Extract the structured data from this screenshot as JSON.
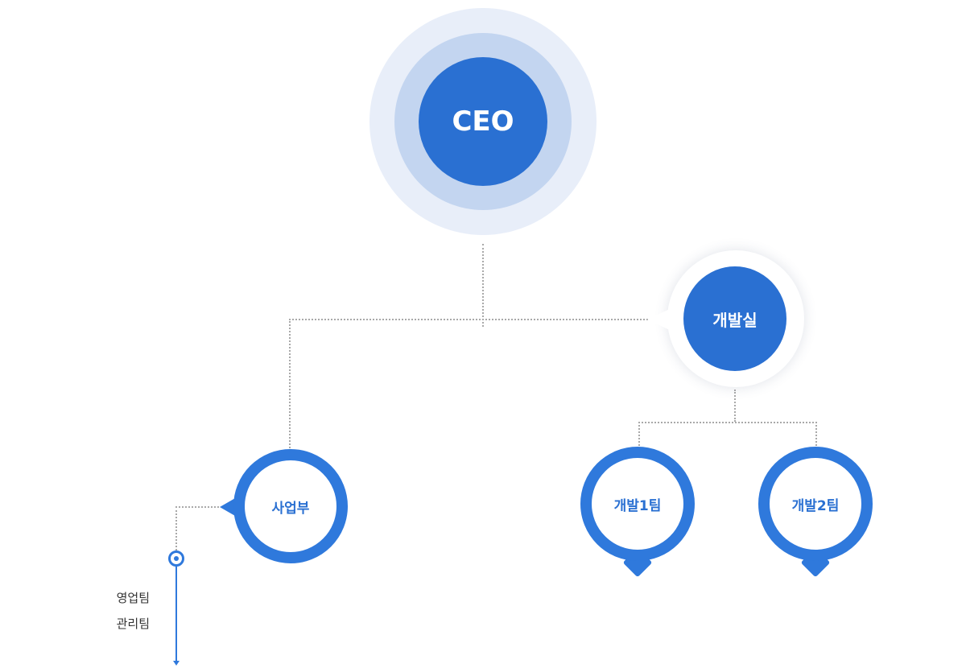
{
  "nodes": {
    "ceo": "CEO",
    "dev_office": "개발실",
    "business": "사업부",
    "dev_team_1": "개발1팀",
    "dev_team_2": "개발2팀"
  },
  "business_teams": [
    "영업팀",
    "관리팀"
  ],
  "colors": {
    "primary": "#2a70d2",
    "ring": "#2f79dc",
    "halo_outer": "#e8eef9",
    "halo_inner": "#c3d5f0",
    "connector": "#a9a9a9"
  }
}
